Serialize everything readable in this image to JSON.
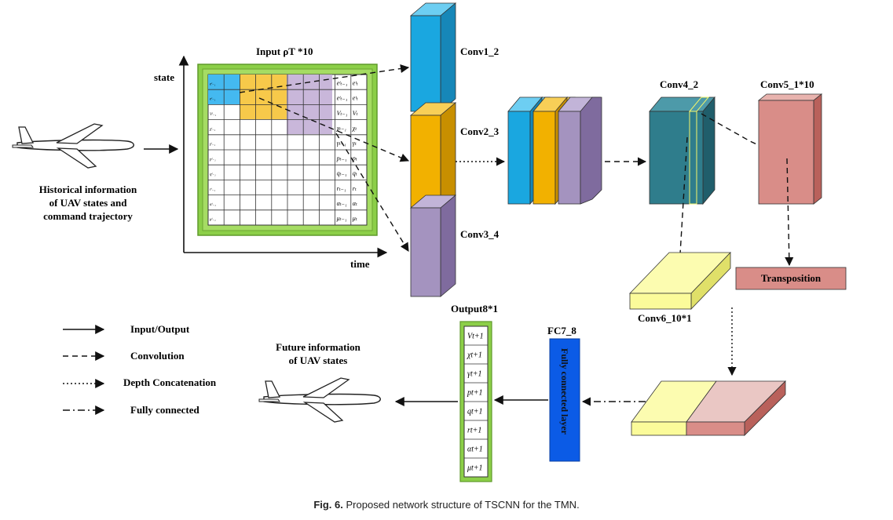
{
  "input_label": "Input ρT *10",
  "axes": {
    "state": "state",
    "time": "time"
  },
  "historical_label": [
    "Historical information",
    "of UAV states and",
    "command trajectory"
  ],
  "future_label": [
    "Future information",
    "of UAV states"
  ],
  "layers": {
    "conv1": "Conv1_2",
    "conv2": "Conv2_3",
    "conv3": "Conv3_4",
    "conv4": "Conv4_2",
    "conv5": "Conv5_1*10",
    "conv6": "Conv6_10*1",
    "transposition": "Transposition",
    "fc7": "FC7_8",
    "fc_text": "Fully connected layer",
    "output": "Output8*1"
  },
  "output_cells": [
    "Vt+1",
    "χt+1",
    "γt+1",
    "pt+1",
    "qt+1",
    "rt+1",
    "αt+1",
    "μt+1"
  ],
  "grid": {
    "left_col": [
      "eᵗ₋₁",
      "eᵗ₋₁",
      "Vᵗ₋₁",
      "χᵗ₋₁",
      "γᵗ₋₁",
      "pᵗ₋₁",
      "qᵗ₋₁",
      "rᵗ₋₁",
      "αᵗ₋₁",
      "μᵗ₋₁"
    ],
    "col_t_minus_1": [
      "eᵗₜ₋₁",
      "eᵗₜ₋₁",
      "Vₜ₋₁",
      "χₜ₋₁",
      "γₜ₋₁",
      "pₜ₋₁",
      "qₜ₋₁",
      "rₜ₋₁",
      "αₜ₋₁",
      "μₜ₋₁"
    ],
    "col_t": [
      "eᵗₜ",
      "eᵗₜ",
      "Vₜ",
      "χₜ",
      "γₜ",
      "pₜ",
      "qₜ",
      "rₜ",
      "αₜ",
      "μₜ"
    ]
  },
  "legend": [
    {
      "label": "Input/Output",
      "style": "solid"
    },
    {
      "label": "Convolution",
      "style": "dashed"
    },
    {
      "label": "Depth Concatenation",
      "style": "dotted"
    },
    {
      "label": "Fully connected",
      "style": "dashdot"
    }
  ],
  "caption": {
    "prefix": "Fig. 6.",
    "text": "Proposed network structure of TSCNN for the TMN."
  },
  "colors": {
    "conv_blue": "#1aa7e0",
    "conv_orange": "#f2b100",
    "conv_purple": "#a493bf",
    "conv4_teal": "#2f7d8c",
    "conv5_pink": "#d98d88",
    "conv6_yellow": "#fbfb9a",
    "fc_blue": "#0b5be6",
    "frame_green": "#8ccf48"
  }
}
